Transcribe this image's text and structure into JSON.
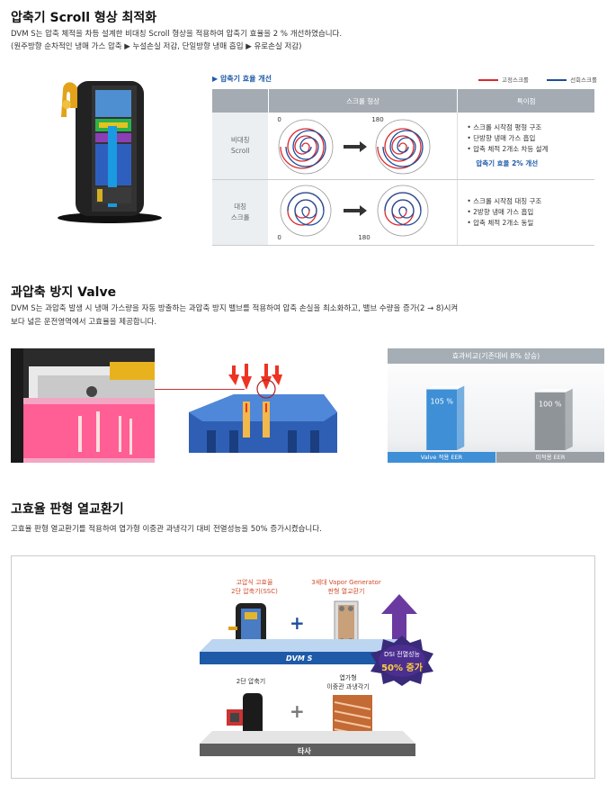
{
  "section1": {
    "title": "압축기 Scroll 형상 최적화",
    "desc_line1": "DVM S는 압축 체적을 차등 설계한 비대칭 Scroll 형상을 적용하여 압축기 효율을 2 % 개선하였습니다.",
    "desc_line2": "(원주방향 순차적인 냉매 가스 압축 ▶ 누설손실 저감, 단일방향 냉매 흡입 ▶ 유로손실 저감)",
    "panel_title": "▶ 압축기 효율 개선",
    "legend": {
      "fixed": "고정스크롤",
      "orbiting": "선회스크롤"
    },
    "table": {
      "header_shape": "스크롤 형상",
      "header_feature": "특이점",
      "row1": {
        "label_line1": "비대칭",
        "label_line2": "Scroll",
        "angle_left": "0",
        "angle_right": "180",
        "features": [
          "스크롤 시작점 평형 구조",
          "단방향 냉매 가스 흡입",
          "압축 체적 2개소 차등 설계"
        ],
        "highlight": "압축기 효율 2% 개선"
      },
      "row2": {
        "label_line1": "대칭",
        "label_line2": "스크롤",
        "angle_left": "0",
        "angle_right": "180",
        "features": [
          "스크롤 시작점 대칭 구조",
          "2방향 냉매 가스 흡입",
          "압축 체적 2개소 동일"
        ]
      }
    }
  },
  "section2": {
    "title": "과압축 방지 Valve",
    "desc_line1": "DVM S는 과압축 발생 시 냉매 가스량을 자동 방출하는 과압축 방지 밸브를 적용하여 압축 손실을 최소화하고, 밸브 수량을 증가(2 → 8)시켜",
    "desc_line2": "보다 넓은 운전영역에서 고효율을 제공합니다.",
    "chart": {
      "title": "효과비교(기존대비 8% 상승)"
    }
  },
  "chart_data": {
    "type": "bar",
    "title": "효과비교(기존대비 8% 상승)",
    "categories": [
      "Valve 적용 EER",
      "미적용 EER"
    ],
    "values": [
      105,
      100
    ],
    "value_labels": [
      "105 %",
      "100 %"
    ],
    "colors": [
      "#3e8fd6",
      "#8f9499"
    ],
    "ylim": [
      0,
      140
    ]
  },
  "section3": {
    "title": "고효율 판형 열교환기",
    "desc_line1": "고효율 판형 열교환기를 적용하여 엽가형 이중관 과냉각기 대비 전열성능을 50% 증가시켰습니다.",
    "top_left_caption_1": "고압식 고효율",
    "top_left_caption_2": "2단 압축기(SSC)",
    "top_right_caption_1": "3세대 Vapor Generator",
    "top_right_caption_2": "판형 열교환기",
    "platform_top": "DVM S",
    "badge_line1": "DSI 전열성능",
    "badge_line2": "50% 증가",
    "bottom_left_caption": "2단 압축기",
    "bottom_right_caption_1": "엽가형",
    "bottom_right_caption_2": "이중관 과냉각기",
    "platform_bottom": "타사",
    "plus": "+"
  },
  "colors": {
    "fixed_scroll": "#d9272e",
    "orbiting_scroll": "#1e4e9c",
    "header_gray": "#a4abb3",
    "highlight_blue": "#1e5aa8"
  }
}
